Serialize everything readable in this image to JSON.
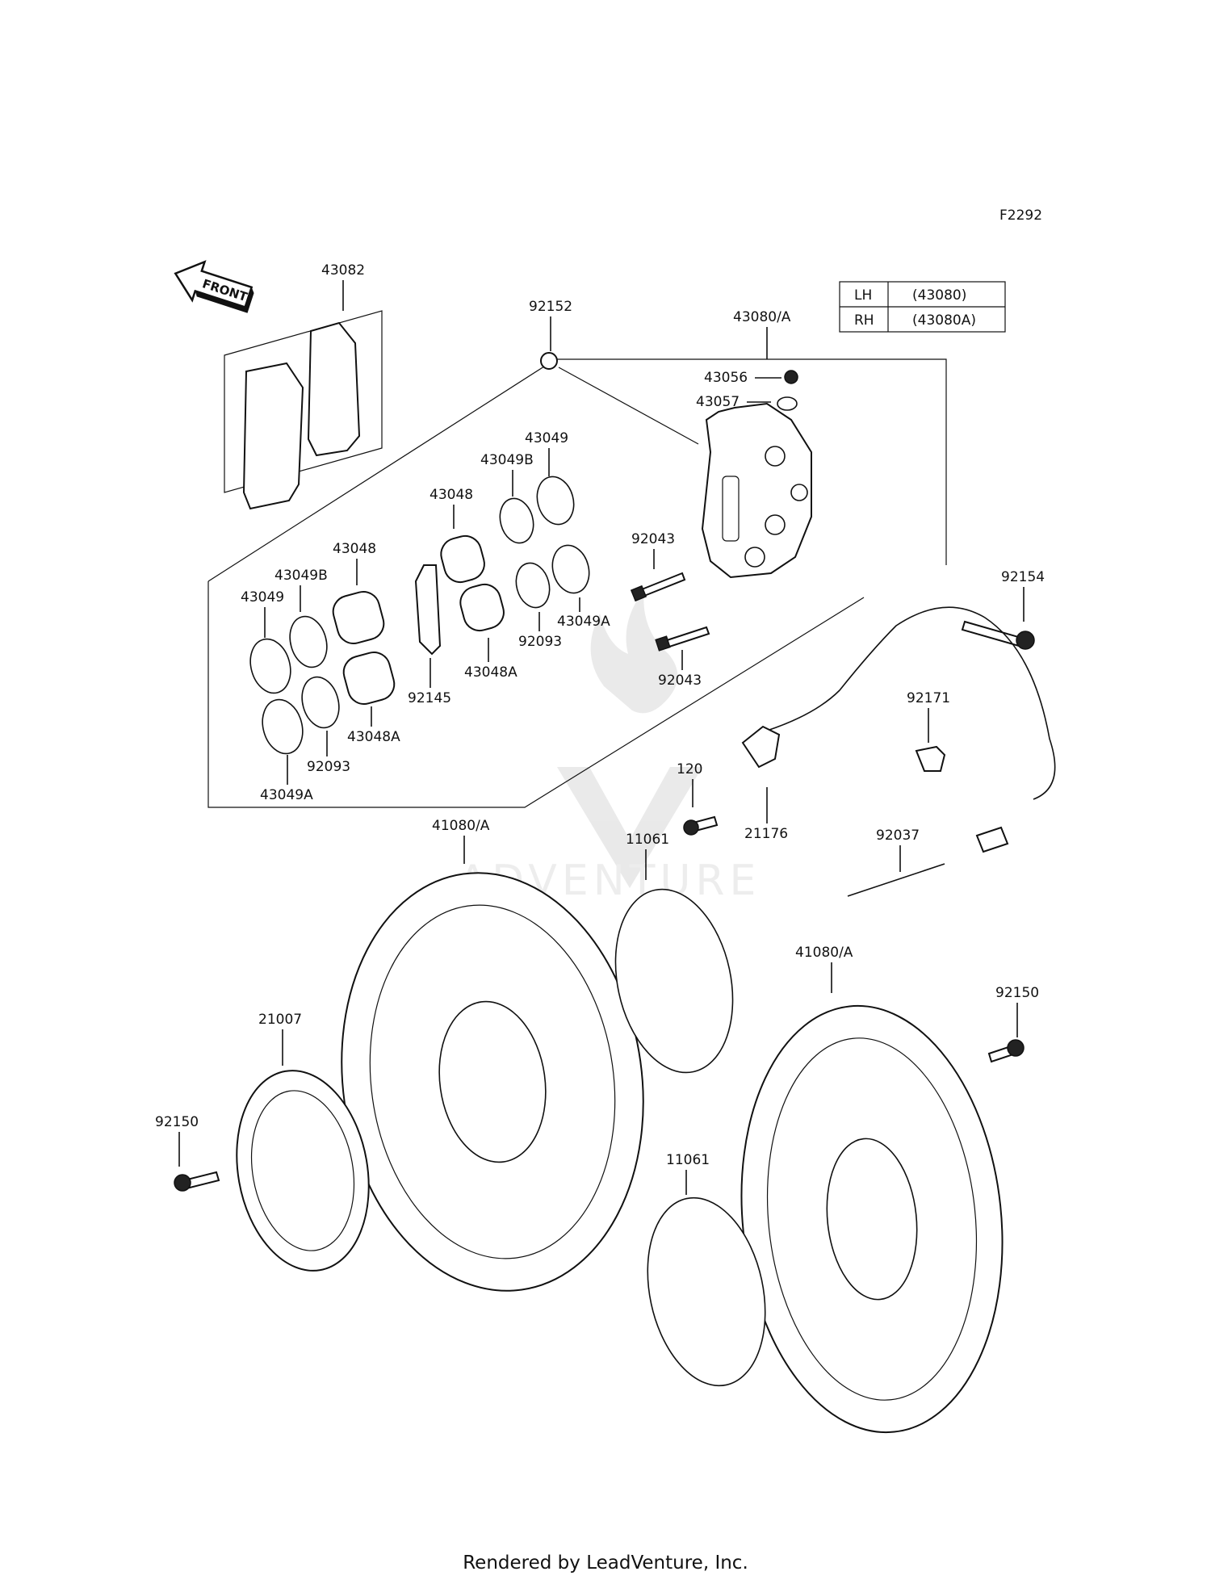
{
  "diagram_code": "F2292",
  "direction_arrow": {
    "label": "FRONT",
    "icon": "front-arrow-icon"
  },
  "side_table": [
    {
      "side": "LH",
      "part": "(43080)"
    },
    {
      "side": "RH",
      "part": "(43080A)"
    }
  ],
  "parts": {
    "p43082": "43082",
    "p92152": "92152",
    "p43080A": "43080/A",
    "p43056": "43056",
    "p43057": "43057",
    "p43049_top": "43049",
    "p43049B_top": "43049B",
    "p43048_top": "43048",
    "p92043_top": "92043",
    "p92154": "92154",
    "p43048_left": "43048",
    "p43049B_left": "43049B",
    "p43049_left": "43049",
    "p92093_mid": "92093",
    "p43049A_mid": "43049A",
    "p43048A_mid": "43048A",
    "p92092_bot": "92043",
    "p92145": "92145",
    "p43048A_left": "43048A",
    "p92093_left": "92093",
    "p43049A_left": "43049A",
    "p92171": "92171",
    "p120": "120",
    "p21176": "21176",
    "p41080A_left": "41080/A",
    "p11061_top": "11061",
    "p92037": "92037",
    "p41080A_right": "41080/A",
    "p92150_right": "92150",
    "p21007": "21007",
    "p92150_left": "92150",
    "p11061_bot": "11061"
  },
  "watermark": "ADVENTURE",
  "footer": "Rendered by LeadVenture, Inc."
}
